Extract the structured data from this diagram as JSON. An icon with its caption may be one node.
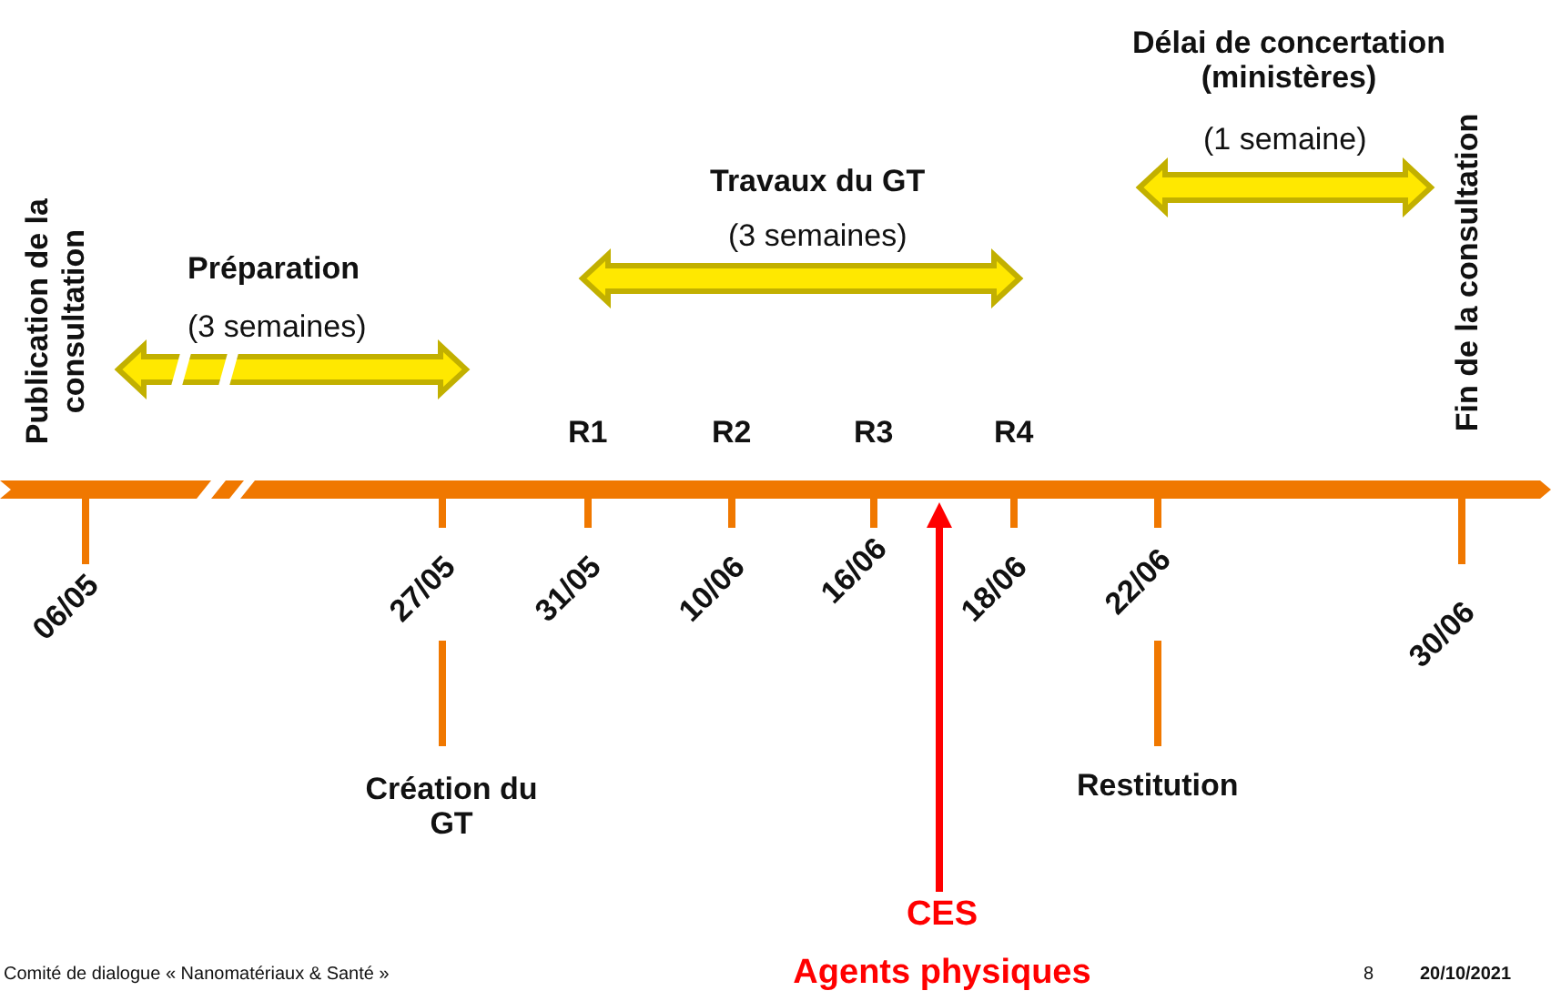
{
  "diagram": {
    "nodes": [
      {
        "text": [],
        "shape": "bar"
      },
      {
        "text": [
          "CES",
          "Agents physiques"
        ]
      }
    ],
    "edges": [
      {
        "from": 1,
        "to": 0,
        "arrow": "to"
      }
    ],
    "labels": [
      "Délai de concertation (ministères)",
      "(1 semaine)",
      "Travaux du GT",
      "(3 semaines)",
      "Publication de la consultation",
      "Préparation",
      "(3 semaines)",
      "Fin de la consultation",
      "R1",
      "R2",
      "R3",
      "R4",
      "06/05",
      "27/05",
      "31/05",
      "10/06",
      "16/06",
      "18/06",
      "22/06",
      "30/06",
      "Création du GT",
      "Restitution",
      "Comité de dialogue « Nanomatériaux & Santé »",
      "8",
      "20/10/2021"
    ]
  }
}
